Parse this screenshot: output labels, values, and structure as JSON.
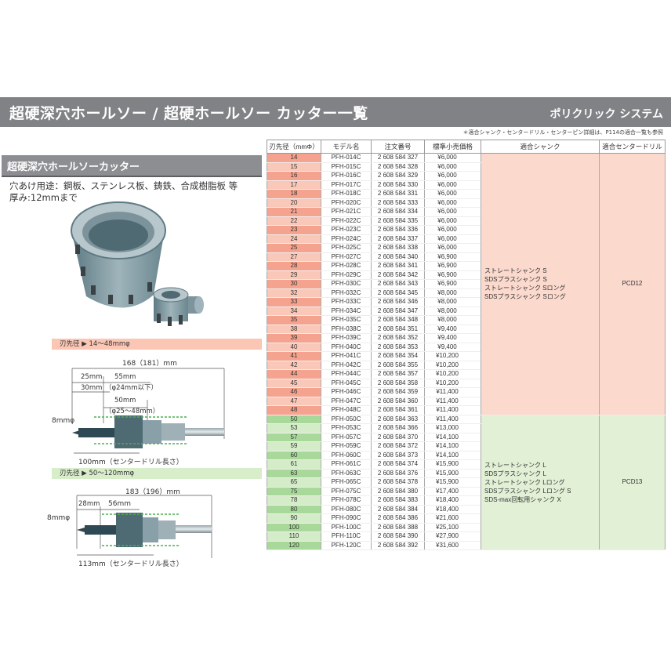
{
  "header": {
    "title": "超硬深穴ホールソー / 超硬ホールソー カッター一覧",
    "system": "ポリクリック システム",
    "note": "＊適合シャンク・センタードリル・センターピン詳細は、P114の適合一覧も参照"
  },
  "left": {
    "banner": "超硬深穴ホールソーカッター",
    "usage_line1": "穴あけ用途：鋼板、ステンレス板、鋳鉄、合成樹脂板 等",
    "usage_line2": "厚み:12mmまで",
    "range1": "刃先径 ▶ 14〜48mmφ",
    "range2": "刃先径 ▶ 50〜120mmφ",
    "dims1": {
      "total": "168（181）mm",
      "d25": "25mm",
      "d30": "30mm",
      "d55": "55mm",
      "d55note": "（φ24mm以下）",
      "d50": "50mm",
      "d50note": "（φ25〜48mm）",
      "shaft": "8mmφ",
      "drill": "100mm（センタードリル長さ）"
    },
    "dims2": {
      "total": "183（196）mm",
      "d28": "28mm",
      "d56": "56mm",
      "shaft": "8mmφ",
      "drill": "113mm（センタードリル長さ）"
    }
  },
  "table": {
    "headers": [
      "刃先径（mmΦ）",
      "モデル名",
      "注文番号",
      "標準小売価格",
      "適合シャンク",
      "適合センタードリル"
    ],
    "group1": {
      "shank": [
        "ストレートシャンク S",
        "SDSプラスシャンク S",
        "ストレートシャンク Sロング",
        "SDSプラスシャンク Sロング"
      ],
      "drill": "PCD12",
      "rows": [
        [
          "14",
          "PFH-014C",
          "2 608 584 327",
          "¥6,000"
        ],
        [
          "15",
          "PFH-015C",
          "2 608 584 328",
          "¥6,000"
        ],
        [
          "16",
          "PFH-016C",
          "2 608 584 329",
          "¥6,000"
        ],
        [
          "17",
          "PFH-017C",
          "2 608 584 330",
          "¥6,000"
        ],
        [
          "18",
          "PFH-018C",
          "2 608 584 331",
          "¥6,000"
        ],
        [
          "20",
          "PFH-020C",
          "2 608 584 333",
          "¥6,000"
        ],
        [
          "21",
          "PFH-021C",
          "2 608 584 334",
          "¥6,000"
        ],
        [
          "22",
          "PFH-022C",
          "2 608 584 335",
          "¥6,000"
        ],
        [
          "23",
          "PFH-023C",
          "2 608 584 336",
          "¥6,000"
        ],
        [
          "24",
          "PFH-024C",
          "2 608 584 337",
          "¥6,000"
        ],
        [
          "25",
          "PFH-025C",
          "2 608 584 338",
          "¥6,000"
        ],
        [
          "27",
          "PFH-027C",
          "2 608 584 340",
          "¥6,900"
        ],
        [
          "28",
          "PFH-028C",
          "2 608 584 341",
          "¥6,900"
        ],
        [
          "29",
          "PFH-029C",
          "2 608 584 342",
          "¥6,900"
        ],
        [
          "30",
          "PFH-030C",
          "2 608 584 343",
          "¥6,900"
        ],
        [
          "32",
          "PFH-032C",
          "2 608 584 345",
          "¥8,000"
        ],
        [
          "33",
          "PFH-033C",
          "2 608 584 346",
          "¥8,000"
        ],
        [
          "34",
          "PFH-034C",
          "2 608 584 347",
          "¥8,000"
        ],
        [
          "35",
          "PFH-035C",
          "2 608 584 348",
          "¥8,000"
        ],
        [
          "38",
          "PFH-038C",
          "2 608 584 351",
          "¥9,400"
        ],
        [
          "39",
          "PFH-039C",
          "2 608 584 352",
          "¥9,400"
        ],
        [
          "40",
          "PFH-040C",
          "2 608 584 353",
          "¥9,400"
        ],
        [
          "41",
          "PFH-041C",
          "2 608 584 354",
          "¥10,200"
        ],
        [
          "42",
          "PFH-042C",
          "2 608 584 355",
          "¥10,200"
        ],
        [
          "44",
          "PFH-044C",
          "2 608 584 357",
          "¥10,200"
        ],
        [
          "45",
          "PFH-045C",
          "2 608 584 358",
          "¥10,200"
        ],
        [
          "46",
          "PFH-046C",
          "2 608 584 359",
          "¥11,400"
        ],
        [
          "47",
          "PFH-047C",
          "2 608 584 360",
          "¥11,400"
        ],
        [
          "48",
          "PFH-048C",
          "2 608 584 361",
          "¥11,400"
        ]
      ]
    },
    "group2": {
      "shank": [
        "ストレートシャンク L",
        "SDSプラスシャンク L",
        "ストレートシャンク Lロング",
        "SDSプラスシャンク Lロング S",
        "SDS-max回転用シャンク X"
      ],
      "drill": "PCD13",
      "rows": [
        [
          "50",
          "PFH-050C",
          "2 608 584 363",
          "¥11,400"
        ],
        [
          "53",
          "PFH-053C",
          "2 608 584 366",
          "¥13,000"
        ],
        [
          "57",
          "PFH-057C",
          "2 608 584 370",
          "¥14,100"
        ],
        [
          "59",
          "PFH-059C",
          "2 608 584 372",
          "¥14,100"
        ],
        [
          "60",
          "PFH-060C",
          "2 608 584 373",
          "¥14,100"
        ],
        [
          "61",
          "PFH-061C",
          "2 608 584 374",
          "¥15,900"
        ],
        [
          "63",
          "PFH-063C",
          "2 608 584 376",
          "¥15,900"
        ],
        [
          "65",
          "PFH-065C",
          "2 608 584 378",
          "¥15,900"
        ],
        [
          "75",
          "PFH-075C",
          "2 608 584 380",
          "¥17,400"
        ],
        [
          "78",
          "PFH-078C",
          "2 608 584 383",
          "¥18,400"
        ],
        [
          "80",
          "PFH-080C",
          "2 608 584 384",
          "¥18,400"
        ],
        [
          "90",
          "PFH-090C",
          "2 608 584 386",
          "¥21,600"
        ],
        [
          "100",
          "PFH-100C",
          "2 608 584 388",
          "¥25,100"
        ],
        [
          "110",
          "PFH-110C",
          "2 608 584 390",
          "¥27,900"
        ],
        [
          "120",
          "PFH-120C",
          "2 608 584 392",
          "¥31,600"
        ]
      ]
    }
  }
}
